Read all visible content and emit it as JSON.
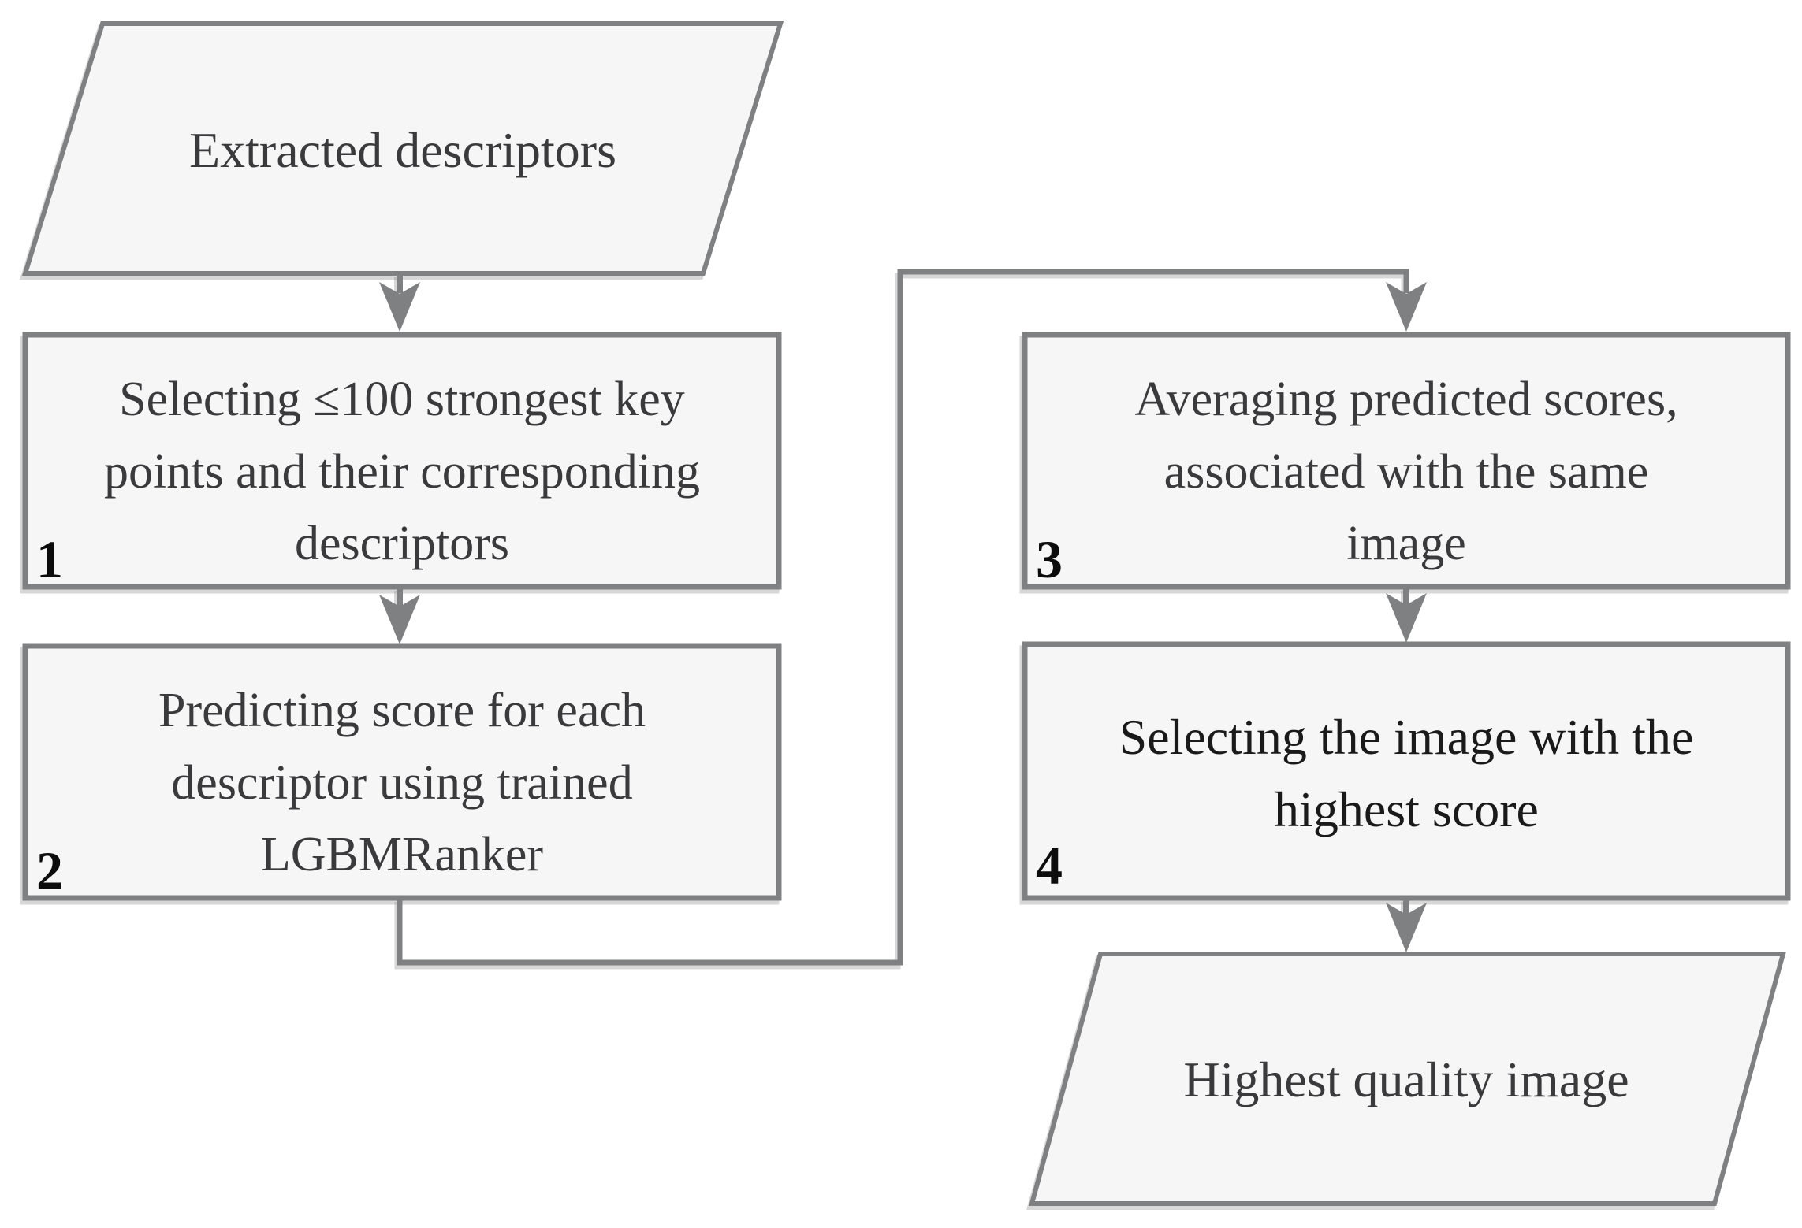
{
  "figure": {
    "type": "flowchart",
    "colors": {
      "background": "#ffffff",
      "shape_fill": "#f6f6f7",
      "shape_stroke": "#7f8082",
      "text": "#3a3a3c",
      "text_dark": "#1a1a1a",
      "step_number": "#0c0c0c"
    },
    "nodes": {
      "input": {
        "shape": "parallelogram",
        "lines": [
          "Extracted descriptors"
        ]
      },
      "step1": {
        "shape": "process-box",
        "number": "1",
        "lines": [
          "Selecting ≤100 strongest key",
          "points and their corresponding",
          "descriptors"
        ]
      },
      "step2": {
        "shape": "process-box",
        "number": "2",
        "lines": [
          "Predicting score for each",
          "descriptor using trained",
          "LGBMRanker"
        ]
      },
      "step3": {
        "shape": "process-box",
        "number": "3",
        "lines": [
          "Averaging predicted scores,",
          "associated with the same",
          "image"
        ]
      },
      "step4": {
        "shape": "process-box",
        "number": "4",
        "lines": [
          "Selecting the image with the",
          "highest score"
        ]
      },
      "output": {
        "shape": "parallelogram",
        "lines": [
          "Highest quality image"
        ]
      }
    }
  }
}
